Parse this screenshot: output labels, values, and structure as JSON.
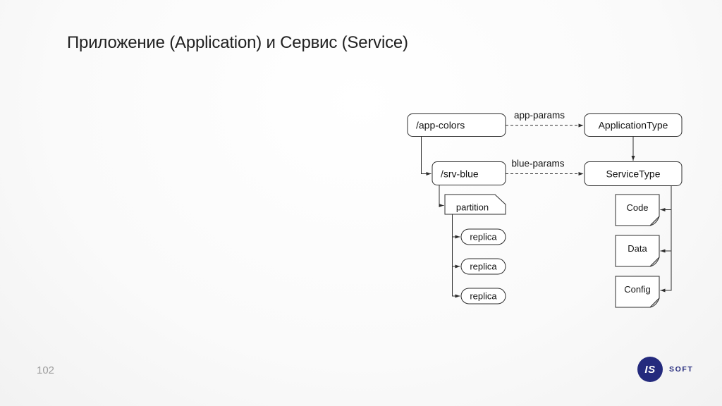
{
  "slide": {
    "title": "Приложение (Application) и Сервис (Service)",
    "page_number": "102"
  },
  "logo": {
    "circle_text": "IS",
    "brand_text": "SOFT"
  },
  "colors": {
    "brand_navy": "#242a7d",
    "diagram_stroke": "#2d2d2d",
    "node_fill": "#ffffff",
    "page_number_gray": "#9e9e9e"
  },
  "diagram": {
    "edge_labels": {
      "app_params": "app-params",
      "blue_params": "blue-params"
    },
    "nodes": {
      "app_colors": "/app-colors",
      "application_type": "ApplicationType",
      "srv_blue": "/srv-blue",
      "service_type": "ServiceType",
      "partition": "partition",
      "replicas": [
        "replica",
        "replica",
        "replica"
      ],
      "artifacts": [
        "Code",
        "Data",
        "Config"
      ]
    }
  }
}
